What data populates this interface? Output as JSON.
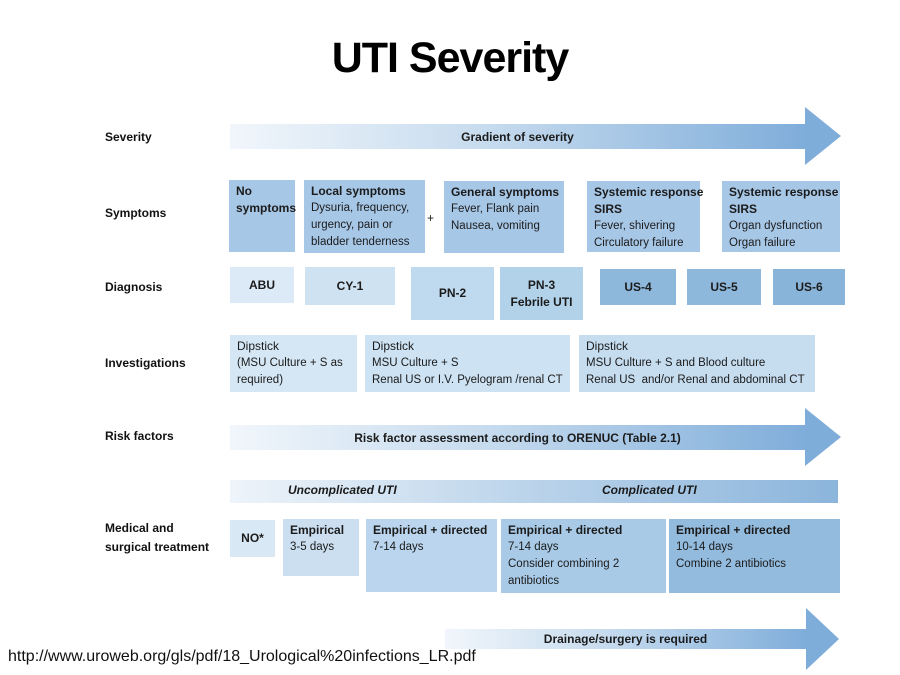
{
  "title": "UTI Severity",
  "row_labels": {
    "severity": "Severity",
    "symptoms": "Symptoms",
    "diagnosis": "Diagnosis",
    "investigations": "Investigations",
    "risk_factors": "Risk factors",
    "treatment_line1": "Medical and",
    "treatment_line2": "surgical treatment"
  },
  "arrows": {
    "severity": "Gradient of severity",
    "risk": "Risk factor assessment according to ORENUC (Table 2.1)",
    "drainage": "Drainage/surgery is required"
  },
  "band": {
    "left": "Uncomplicated UTI",
    "right": "Complicated UTI"
  },
  "symptoms": {
    "plus": "+",
    "boxes": [
      {
        "title": "No symptoms"
      },
      {
        "title": "Local symptoms",
        "lines": [
          "Dysuria, frequency,",
          "urgency, pain or",
          "bladder tenderness"
        ]
      },
      {
        "title": "General symptoms",
        "lines": [
          "Fever, Flank pain",
          "Nausea, vomiting"
        ]
      },
      {
        "title": "Systemic response",
        "subtitle": "SIRS",
        "lines": [
          "Fever, shivering",
          "Circulatory failure"
        ]
      },
      {
        "title": "Systemic response",
        "subtitle": "SIRS",
        "lines": [
          "Organ dysfunction",
          "Organ failure"
        ]
      }
    ]
  },
  "diagnosis": [
    {
      "label": "ABU"
    },
    {
      "label": "CY-1"
    },
    {
      "label": "PN-2"
    },
    {
      "label": "PN-3",
      "label2": "Febrile UTI"
    },
    {
      "label": "US-4"
    },
    {
      "label": "US-5"
    },
    {
      "label": "US-6"
    }
  ],
  "investigations": [
    {
      "lines": [
        "Dipstick",
        "(MSU Culture + S as",
        "required)"
      ]
    },
    {
      "lines": [
        "Dipstick",
        "MSU Culture + S",
        "Renal US or I.V. Pyelogram /renal CT"
      ]
    },
    {
      "lines": [
        "Dipstick",
        "MSU Culture + S and Blood culture",
        "Renal US  and/or Renal and abdominal CT"
      ]
    }
  ],
  "treatment": [
    {
      "title": "NO*"
    },
    {
      "title": "Empirical",
      "lines": [
        "3-5 days"
      ]
    },
    {
      "title": "Empirical + directed",
      "lines": [
        "7-14 days"
      ]
    },
    {
      "title": "Empirical + directed",
      "lines": [
        "7-14 days",
        "Consider combining 2",
        "antibiotics"
      ]
    },
    {
      "title": "Empirical + directed",
      "lines": [
        "10-14 days",
        "Combine 2 antibiotics"
      ]
    }
  ],
  "footer": {
    "url_text": "http://www.uroweb.org/gls/pdf/18_Urological%20infections_LR.pdf"
  },
  "colors": {
    "arrow_gradient_start": "#f1f6fb",
    "arrow_gradient_end": "#7fadda",
    "symptom_box": "#a7c7e7",
    "diagnosis_light": "#dce9f6",
    "diagnosis_dark": "#89b4da",
    "investigation_box": "#cde2f2",
    "treatment_light": "#d8e8f5",
    "treatment_dark": "#93bbde",
    "text": "#1b1b1b"
  }
}
